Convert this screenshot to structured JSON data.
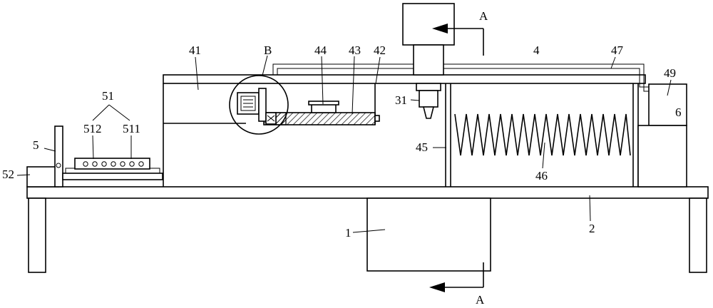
{
  "labels": {
    "l41": "41",
    "lB": "B",
    "l44": "44",
    "l43": "43",
    "l42": "42",
    "l4": "4",
    "l47": "47",
    "l49": "49",
    "l6": "6",
    "l31": "31",
    "l45": "45",
    "l46": "46",
    "l51": "51",
    "l512": "512",
    "l511": "511",
    "l5": "5",
    "l52": "52",
    "l1": "1",
    "l2": "2",
    "secTop": "A",
    "secBottom": "A"
  }
}
